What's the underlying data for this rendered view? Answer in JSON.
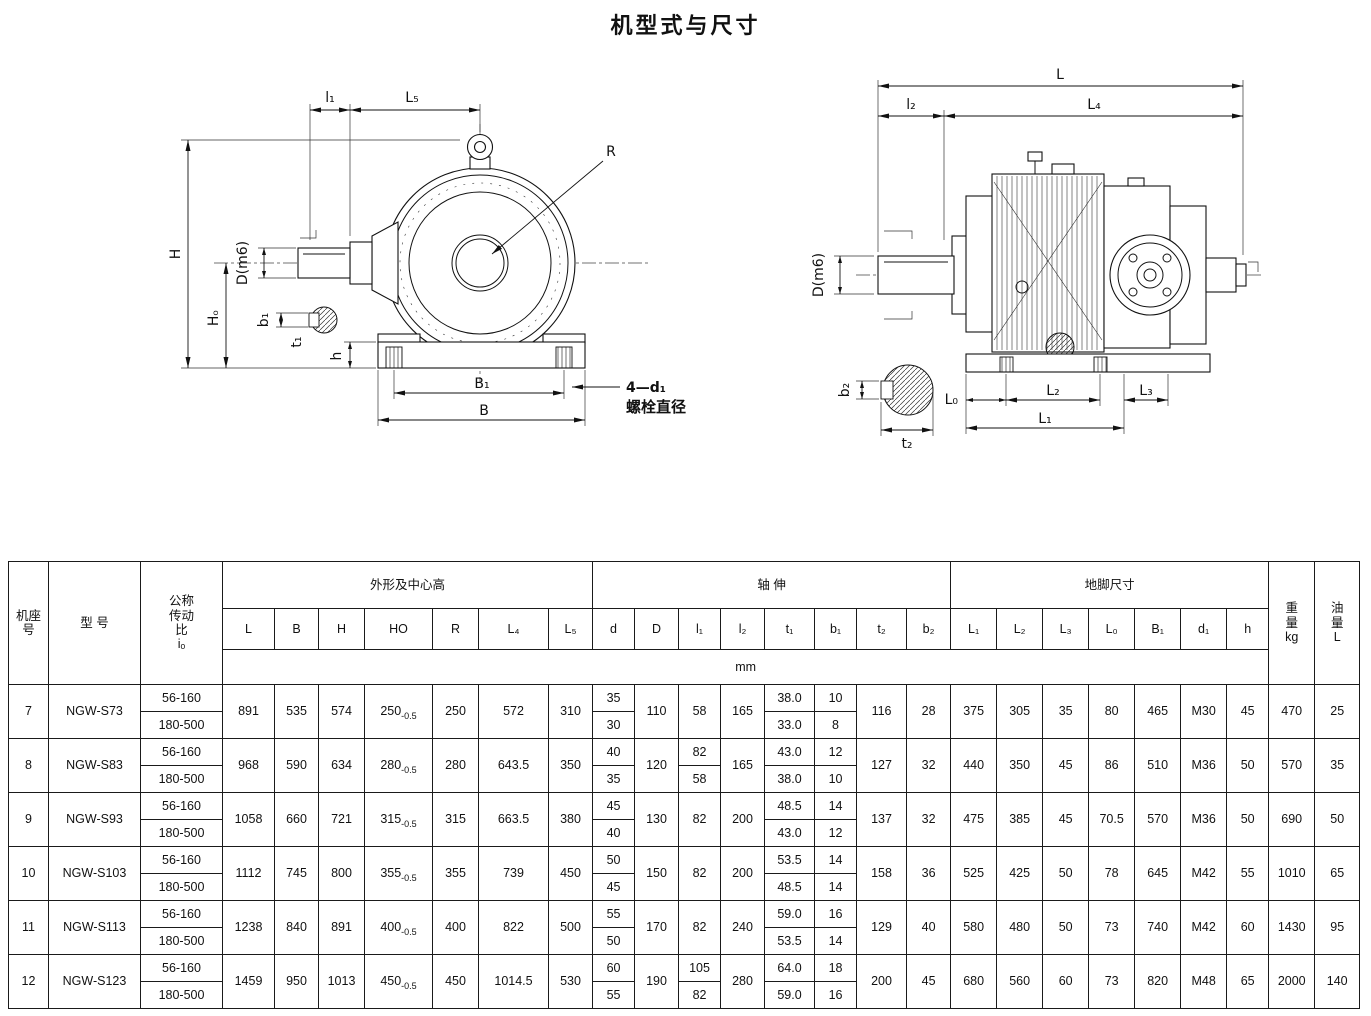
{
  "page": {
    "title": "机型式与尺寸"
  },
  "drawings": {
    "front_view": {
      "labels": {
        "l1": "l₁",
        "L5": "L₅",
        "R": "R",
        "H": "H",
        "Ho": "Hₒ",
        "Dm6": "D(m6)",
        "b1": "b₁",
        "t1": "t₁",
        "h": "h",
        "B1": "B₁",
        "B": "B",
        "bolt_count": "4—d₁",
        "bolt_note": "螺栓直径"
      }
    },
    "side_view": {
      "labels": {
        "L": "L",
        "l2": "l₂",
        "L4": "L₄",
        "Dm6": "D(m6)",
        "b2": "b₂",
        "t2": "t₂",
        "L0": "L₀",
        "L2": "L₂",
        "L3": "L₃",
        "L1": "L₁"
      }
    }
  },
  "table": {
    "frame_header_lines": [
      "机座",
      "号"
    ],
    "model_header": "型  号",
    "ratio_header_lines": [
      "公称",
      "传动",
      "比",
      "iₒ"
    ],
    "groups": {
      "dims": "外形及中心高",
      "shaft": "轴 伸",
      "foot": "地脚尺寸"
    },
    "weight_header_lines": [
      "重",
      "量",
      "kg"
    ],
    "oil_header_lines": [
      "油",
      "量",
      "L"
    ],
    "unit": "mm",
    "columns": [
      "L",
      "B",
      "H",
      "HO",
      "R",
      "L₄",
      "L₅",
      "d",
      "D",
      "l₁",
      "l₂",
      "t₁",
      "b₁",
      "t₂",
      "b₂",
      "L₁",
      "L₂",
      "L₃",
      "L₀",
      "B₁",
      "d₁",
      "h"
    ],
    "rows": [
      {
        "frame": "7",
        "model": "NGW-S73",
        "ratios": [
          "56-160",
          "180-500"
        ],
        "values": [
          "891",
          "535",
          "574",
          {
            "v": "250",
            "tol": "-0.5"
          },
          "250",
          "572",
          "310",
          [
            "35",
            "30"
          ],
          "110",
          "58",
          "165",
          [
            "38.0",
            "33.0"
          ],
          [
            "10",
            "8"
          ],
          "116",
          "28",
          "375",
          "305",
          "35",
          "80",
          "465",
          "M30",
          "45",
          "470",
          "25"
        ]
      },
      {
        "frame": "8",
        "model": "NGW-S83",
        "ratios": [
          "56-160",
          "180-500"
        ],
        "values": [
          "968",
          "590",
          "634",
          {
            "v": "280",
            "tol": "-0.5"
          },
          "280",
          "643.5",
          "350",
          [
            "40",
            "35"
          ],
          "120",
          [
            "82",
            "58"
          ],
          "165",
          [
            "43.0",
            "38.0"
          ],
          [
            "12",
            "10"
          ],
          "127",
          "32",
          "440",
          "350",
          "45",
          "86",
          "510",
          "M36",
          "50",
          "570",
          "35"
        ]
      },
      {
        "frame": "9",
        "model": "NGW-S93",
        "ratios": [
          "56-160",
          "180-500"
        ],
        "values": [
          "1058",
          "660",
          "721",
          {
            "v": "315",
            "tol": "-0.5"
          },
          "315",
          "663.5",
          "380",
          [
            "45",
            "40"
          ],
          "130",
          "82",
          "200",
          [
            "48.5",
            "43.0"
          ],
          [
            "14",
            "12"
          ],
          "137",
          "32",
          "475",
          "385",
          "45",
          "70.5",
          "570",
          "M36",
          "50",
          "690",
          "50"
        ]
      },
      {
        "frame": "10",
        "model": "NGW-S103",
        "ratios": [
          "56-160",
          "180-500"
        ],
        "values": [
          "1112",
          "745",
          "800",
          {
            "v": "355",
            "tol": "-0.5"
          },
          "355",
          "739",
          "450",
          [
            "50",
            "45"
          ],
          "150",
          "82",
          "200",
          [
            "53.5",
            "48.5"
          ],
          [
            "14",
            "14"
          ],
          "158",
          "36",
          "525",
          "425",
          "50",
          "78",
          "645",
          "M42",
          "55",
          "1010",
          "65"
        ]
      },
      {
        "frame": "11",
        "model": "NGW-S113",
        "ratios": [
          "56-160",
          "180-500"
        ],
        "values": [
          "1238",
          "840",
          "891",
          {
            "v": "400",
            "tol": "-0.5"
          },
          "400",
          "822",
          "500",
          [
            "55",
            "50"
          ],
          "170",
          "82",
          "240",
          [
            "59.0",
            "53.5"
          ],
          [
            "16",
            "14"
          ],
          "129",
          "40",
          "580",
          "480",
          "50",
          "73",
          "740",
          "M42",
          "60",
          "1430",
          "95"
        ]
      },
      {
        "frame": "12",
        "model": "NGW-S123",
        "ratios": [
          "56-160",
          "180-500"
        ],
        "values": [
          "1459",
          "950",
          "1013",
          {
            "v": "450",
            "tol": "-0.5"
          },
          "450",
          "1014.5",
          "530",
          [
            "60",
            "55"
          ],
          "190",
          [
            "105",
            "82"
          ],
          "280",
          [
            "64.0",
            "59.0"
          ],
          [
            "18",
            "16"
          ],
          "200",
          "45",
          "680",
          "560",
          "60",
          "73",
          "820",
          "M48",
          "65",
          "2000",
          "140"
        ]
      }
    ]
  }
}
